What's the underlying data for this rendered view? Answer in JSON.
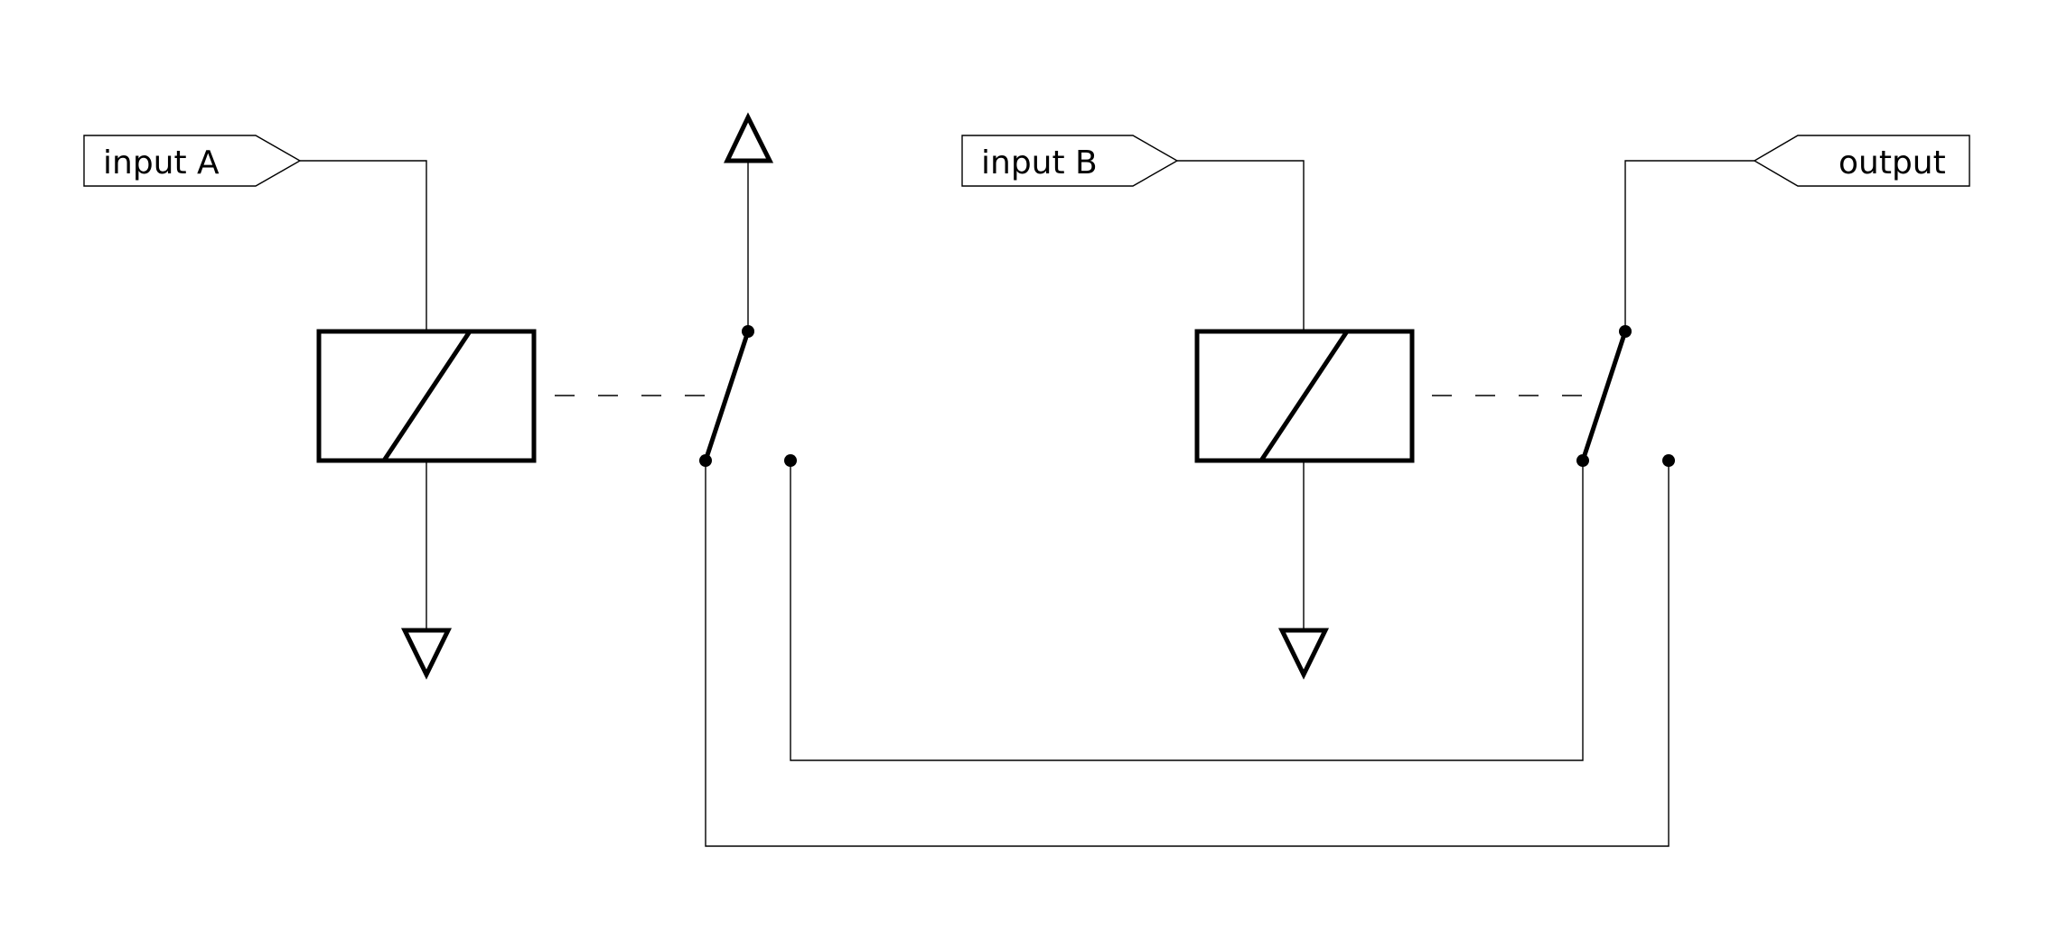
{
  "labels": {
    "input_a": "input A",
    "input_b": "input B",
    "output": "output"
  },
  "colors": {
    "line": "#000000",
    "background": "#ffffff"
  }
}
